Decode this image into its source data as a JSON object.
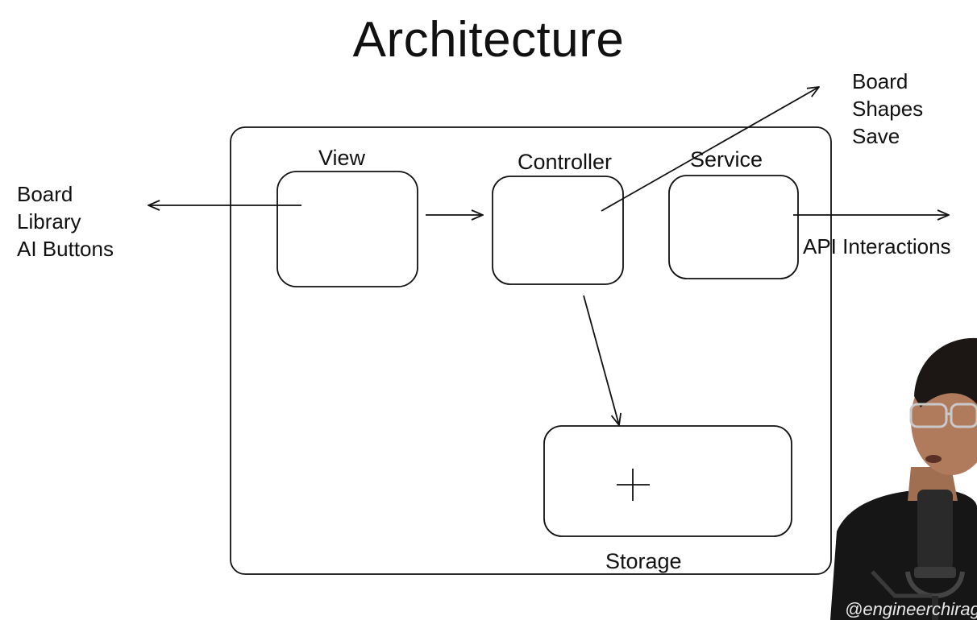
{
  "title": "Architecture",
  "components": {
    "view": "View",
    "controller": "Controller",
    "service": "Service",
    "storage": "Storage"
  },
  "left_list": [
    "Board",
    "Library",
    "AI Buttons"
  ],
  "top_right_list": [
    "Board",
    "Shapes",
    "Save"
  ],
  "api_label": "API Interactions",
  "watermark": "@engineerchirag",
  "colors": {
    "ink": "#111111",
    "background": "#ffffff",
    "shirt": "#161616",
    "skin": "#b07a5c",
    "hair": "#1c1714",
    "mic": "#2a2a2a"
  }
}
